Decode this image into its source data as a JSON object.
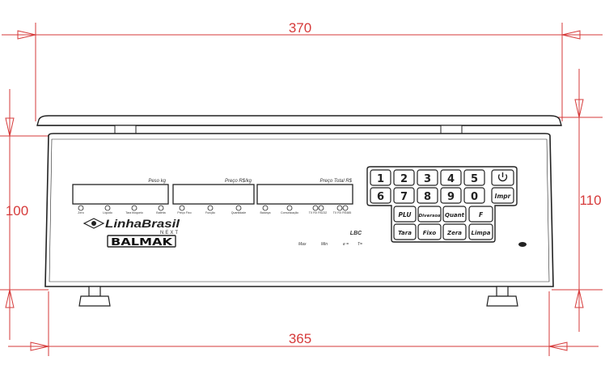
{
  "dimensions": {
    "top_width": "370",
    "bottom_width": "365",
    "left_height": "100",
    "right_height": "110"
  },
  "displays": [
    {
      "title": "Peso kg",
      "leds": [
        "Zero",
        "Líquido",
        "Tara bloqueio",
        "Bateria"
      ]
    },
    {
      "title": "Preço R$/kg",
      "leds": [
        "Preço Fixo",
        "Função",
        "Quantidade"
      ]
    },
    {
      "title": "Preço Total R$",
      "leds": [
        "Balança",
        "Comunicação",
        "TX RX RS232",
        "TX RX RS485"
      ]
    }
  ],
  "keypad": {
    "numeric_row_1": [
      "1",
      "2",
      "3",
      "4",
      "5"
    ],
    "power_key": "power-icon",
    "numeric_row_2": [
      "6",
      "7",
      "8",
      "9",
      "0"
    ],
    "print_key": "Impr",
    "function_row_1": [
      "PLU",
      "Diversos",
      "Quant",
      "F"
    ],
    "function_row_2": [
      "Tara",
      "Fixo",
      "Zera",
      "Limpa"
    ]
  },
  "branding": {
    "line_brand": "LinhaBrasil",
    "line_sub": "NEXT",
    "maker": "BALMAK",
    "model": "LBC",
    "specs": [
      "Max",
      "Min",
      "e =",
      "T="
    ]
  },
  "colors": {
    "dimension": "#d63a3a",
    "outline": "#222222"
  }
}
